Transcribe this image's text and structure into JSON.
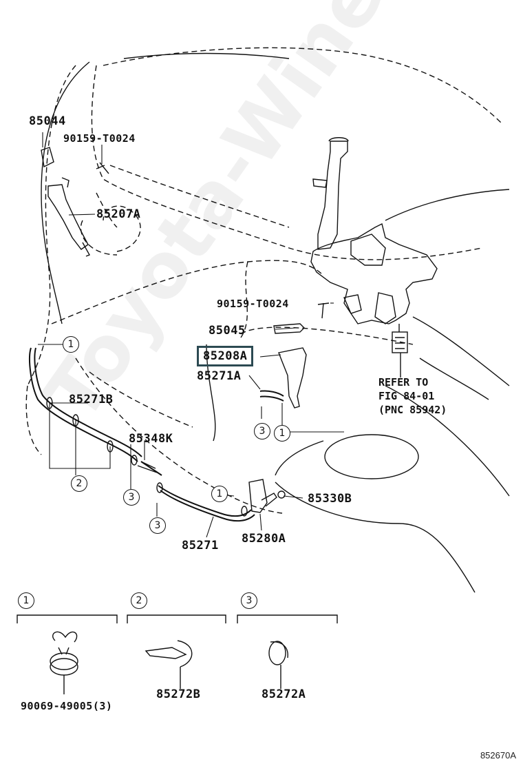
{
  "watermark": "Toyota-Wine.ru",
  "diagram_number": "852670A",
  "parts": {
    "p85044": "85044",
    "p90159_top": "90159-T0024",
    "p85207A": "85207A",
    "p90159_mid": "90159-T0024",
    "p85045": "85045",
    "p85208A": "85208A",
    "p85271A": "85271A",
    "p85271B": "85271B",
    "p85348K": "85348K",
    "p85330B": "85330B",
    "p85271": "85271",
    "p85280A": "85280A",
    "p90069": "90069-49005(3)",
    "p85272B": "85272B",
    "p85272A": "85272A"
  },
  "refer_note": [
    "REFER TO",
    "FIG 84-01",
    "(PNC 85942)"
  ],
  "callouts": {
    "one": "1",
    "two": "2",
    "three": "3"
  }
}
